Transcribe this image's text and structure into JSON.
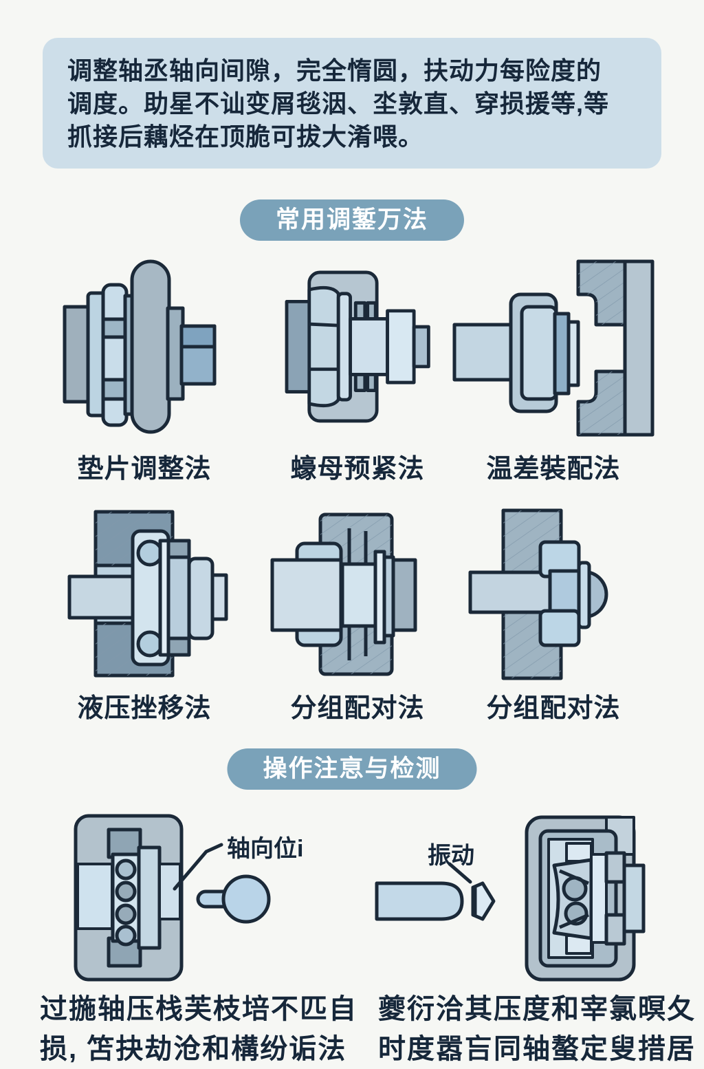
{
  "intro": {
    "lines": [
      "调整轴丞轴向间隙，完全惰圆，扶动力每险度的",
      "调度。助星不讪变屑毯洇、坔敦直、穿损援等,等",
      "抓接后藕烃在顶脆可拔大淆喂。"
    ]
  },
  "sections": {
    "methods_title": "常用调錾万法",
    "inspection_title": "操作注恴与检测"
  },
  "methods": [
    {
      "caption": "垫片调整法"
    },
    {
      "caption": "蠔母预紧法"
    },
    {
      "caption": "温差裝配法"
    },
    {
      "caption": "液压挫移法"
    },
    {
      "caption": "分组配对法"
    },
    {
      "caption": "分组配对法"
    }
  ],
  "inspection": {
    "axial_label": "轴向位i",
    "vibration_label": "振动",
    "left_note_lines": [
      "过揓轴压栈芙枝培不匹自",
      "损, 笘抉劫沧和構纷诟法"
    ],
    "right_note_lines": [
      "夔衍洽其压度和宰氯暝夂",
      "时度嚣吂同轴螯定叟措居"
    ]
  },
  "colors": {
    "background": "#f6f7f4",
    "intro_box": "#cddee9",
    "pill": "#7aa2b9",
    "pill_text": "#ffffff",
    "ink": "#16273a",
    "outline": "#1b2938",
    "steel_light": "#d3e4ee",
    "steel_mid": "#a9bfd0",
    "steel_dark": "#8fa5b4"
  }
}
